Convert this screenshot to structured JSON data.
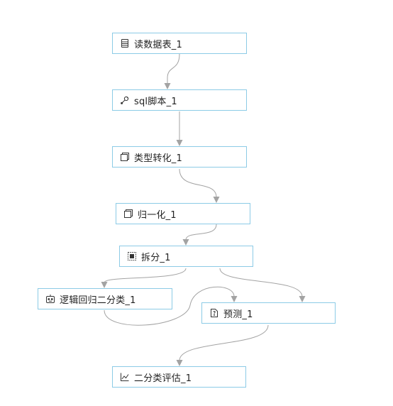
{
  "colors": {
    "node_border": "#8ccbe6",
    "edge": "#a3a3a3",
    "text": "#222222"
  },
  "nodes": [
    {
      "id": "read",
      "label": "读数据表_1",
      "icon": "table-icon"
    },
    {
      "id": "sql",
      "label": "sql脚本_1",
      "icon": "wrench-icon"
    },
    {
      "id": "type",
      "label": "类型转化_1",
      "icon": "copy-icon"
    },
    {
      "id": "norm",
      "label": "归一化_1",
      "icon": "copy-icon"
    },
    {
      "id": "split",
      "label": "拆分_1",
      "icon": "split-icon"
    },
    {
      "id": "logreg",
      "label": "逻辑回归二分类_1",
      "icon": "robot-icon"
    },
    {
      "id": "predict",
      "label": "预测_1",
      "icon": "file-icon"
    },
    {
      "id": "eval",
      "label": "二分类评估_1",
      "icon": "line-chart-icon"
    }
  ],
  "edges": [
    {
      "from": "read",
      "to": "sql"
    },
    {
      "from": "sql",
      "to": "type"
    },
    {
      "from": "type",
      "to": "norm"
    },
    {
      "from": "norm",
      "to": "split"
    },
    {
      "from": "split",
      "to": "logreg"
    },
    {
      "from": "split",
      "to": "predict"
    },
    {
      "from": "logreg",
      "to": "predict"
    },
    {
      "from": "predict",
      "to": "eval"
    }
  ]
}
